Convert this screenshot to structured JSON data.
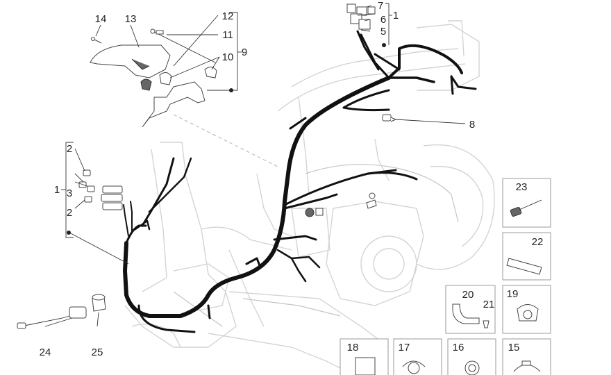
{
  "callouts": {
    "c1_top": "1",
    "c5": "5",
    "c6": "6",
    "c7": "7",
    "c8": "8",
    "c9": "9",
    "c10": "10",
    "c11": "11",
    "c12": "12",
    "c13": "13",
    "c14": "14",
    "c1_left": "1",
    "c2_a": "2",
    "c2_b": "2",
    "c3": "3",
    "c23": "23",
    "c22": "22",
    "c20": "20",
    "c21": "21",
    "c19": "19",
    "c18": "18",
    "c17": "17",
    "c16": "16",
    "c15": "15",
    "c24": "24",
    "c25": "25"
  }
}
